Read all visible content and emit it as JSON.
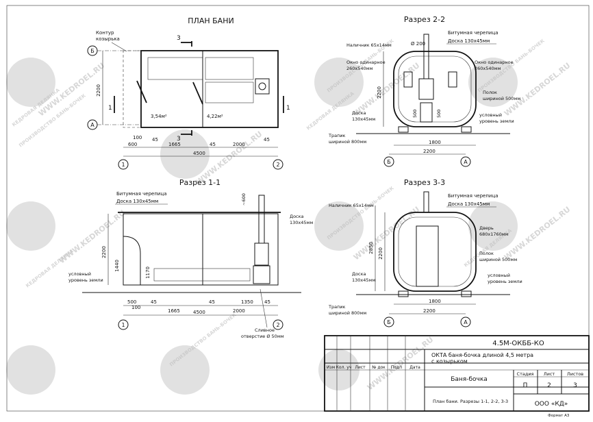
{
  "sheet": {
    "format": "Формат А3"
  },
  "watermark": {
    "site": "WWW.KEDROEL.RU",
    "maker": "ПРОИЗВОДСТВО БАНЬ-БОЧЕК",
    "brand": "КЕДРОВАЯ ДЕЛЯНКА"
  },
  "plan": {
    "title": "ПЛАН БАНИ",
    "canopy_label_1": "Контур",
    "canopy_label_2": "козырька",
    "axis_b": "Б",
    "axis_a": "А",
    "axis_1": "1",
    "axis_2": "2",
    "section_mark": "3",
    "cut_mark": "1",
    "h_dim": "2200",
    "area_1": "3,54м²",
    "area_2": "4,22м²",
    "d_100": "100",
    "d_600": "600",
    "d_45a": "45",
    "d_1665": "1665",
    "d_45b": "45",
    "d_2000": "2000",
    "d_45c": "45",
    "d_4500": "4500"
  },
  "sec22": {
    "title": "Разрез 2-2",
    "roof_1": "Битумная черепица",
    "roof_2": "Доска 130х45мм",
    "trim": "Наличник 65х14мм",
    "chimney": "Ø 200",
    "win_l_1": "Окно одинарное",
    "win_l_2": "260х540мм",
    "win_r_1": "Окно одинарное",
    "win_r_2": "260х540мм",
    "shelf_1": "Полок",
    "shelf_2": "шириной 500мм",
    "board_1": "Доска",
    "board_2": "130х45мм",
    "ground_1": "условный",
    "ground_2": "уровень земли",
    "ladder_1": "Трапик",
    "ladder_2": "шириной 800мм",
    "h": "2200",
    "s1": "500",
    "s2": "500",
    "w1": "1800",
    "w2": "2200",
    "ax_b": "Б",
    "ax_a": "А"
  },
  "sec11": {
    "title": "Разрез 1-1",
    "roof_1": "Битумная черепица",
    "roof_2": "Доска 130х45мм",
    "chimney_h": "~600",
    "board_1": "Доска",
    "board_2": "130х45мм",
    "ground_1": "условный",
    "ground_2": "уровень земли",
    "h1": "2200",
    "h2": "1440",
    "h3": "1170",
    "d_500": "500",
    "d_100": "100",
    "d_45a": "45",
    "d_1665": "1665",
    "d_45b": "45",
    "d_2000": "2000",
    "d_1350": "1350",
    "d_45c": "45",
    "d_4500": "4500",
    "ax_1": "1",
    "ax_2": "2",
    "drain_1": "Сливное",
    "drain_2": "отверстие Ø 50мм"
  },
  "sec33": {
    "title": "Разрез 3-3",
    "roof_1": "Битумная черепица",
    "roof_2": "Доска 130х45мм",
    "trim": "Наличник 65х14мм",
    "door_1": "Дверь",
    "door_2": "680х1760мм",
    "shelf_1": "Полок",
    "shelf_2": "шириной 500мм",
    "board_1": "Доска",
    "board_2": "130х45мм",
    "ground_1": "условный",
    "ground_2": "уровень земли",
    "ladder_1": "Трапик",
    "ladder_2": "шириной 800мм",
    "h1": "2850",
    "h2": "2200",
    "w1": "1800",
    "w2": "2200",
    "ax_b": "Б",
    "ax_a": "А"
  },
  "stamp": {
    "code": "4.5М-ОКББ-КО",
    "h_izm": "Изм",
    "h_kol": "Кол. уч",
    "h_list": "Лист",
    "h_ndok": "№ док",
    "h_podp": "Подп",
    "h_data": "Дата",
    "desc_1": "ОКТА баня-бочка длиной 4,5 метра",
    "desc_2": "с козырьком",
    "name": "Баня-бочка",
    "h_stadiya": "Стадия",
    "h_listn": "Лист",
    "h_listov": "Листов",
    "v_stadiya": "П",
    "v_listn": "2",
    "v_listov": "3",
    "content": "План бани. Разрезы 1-1, 2-2, 3-3",
    "org": "ООО «КД»"
  }
}
